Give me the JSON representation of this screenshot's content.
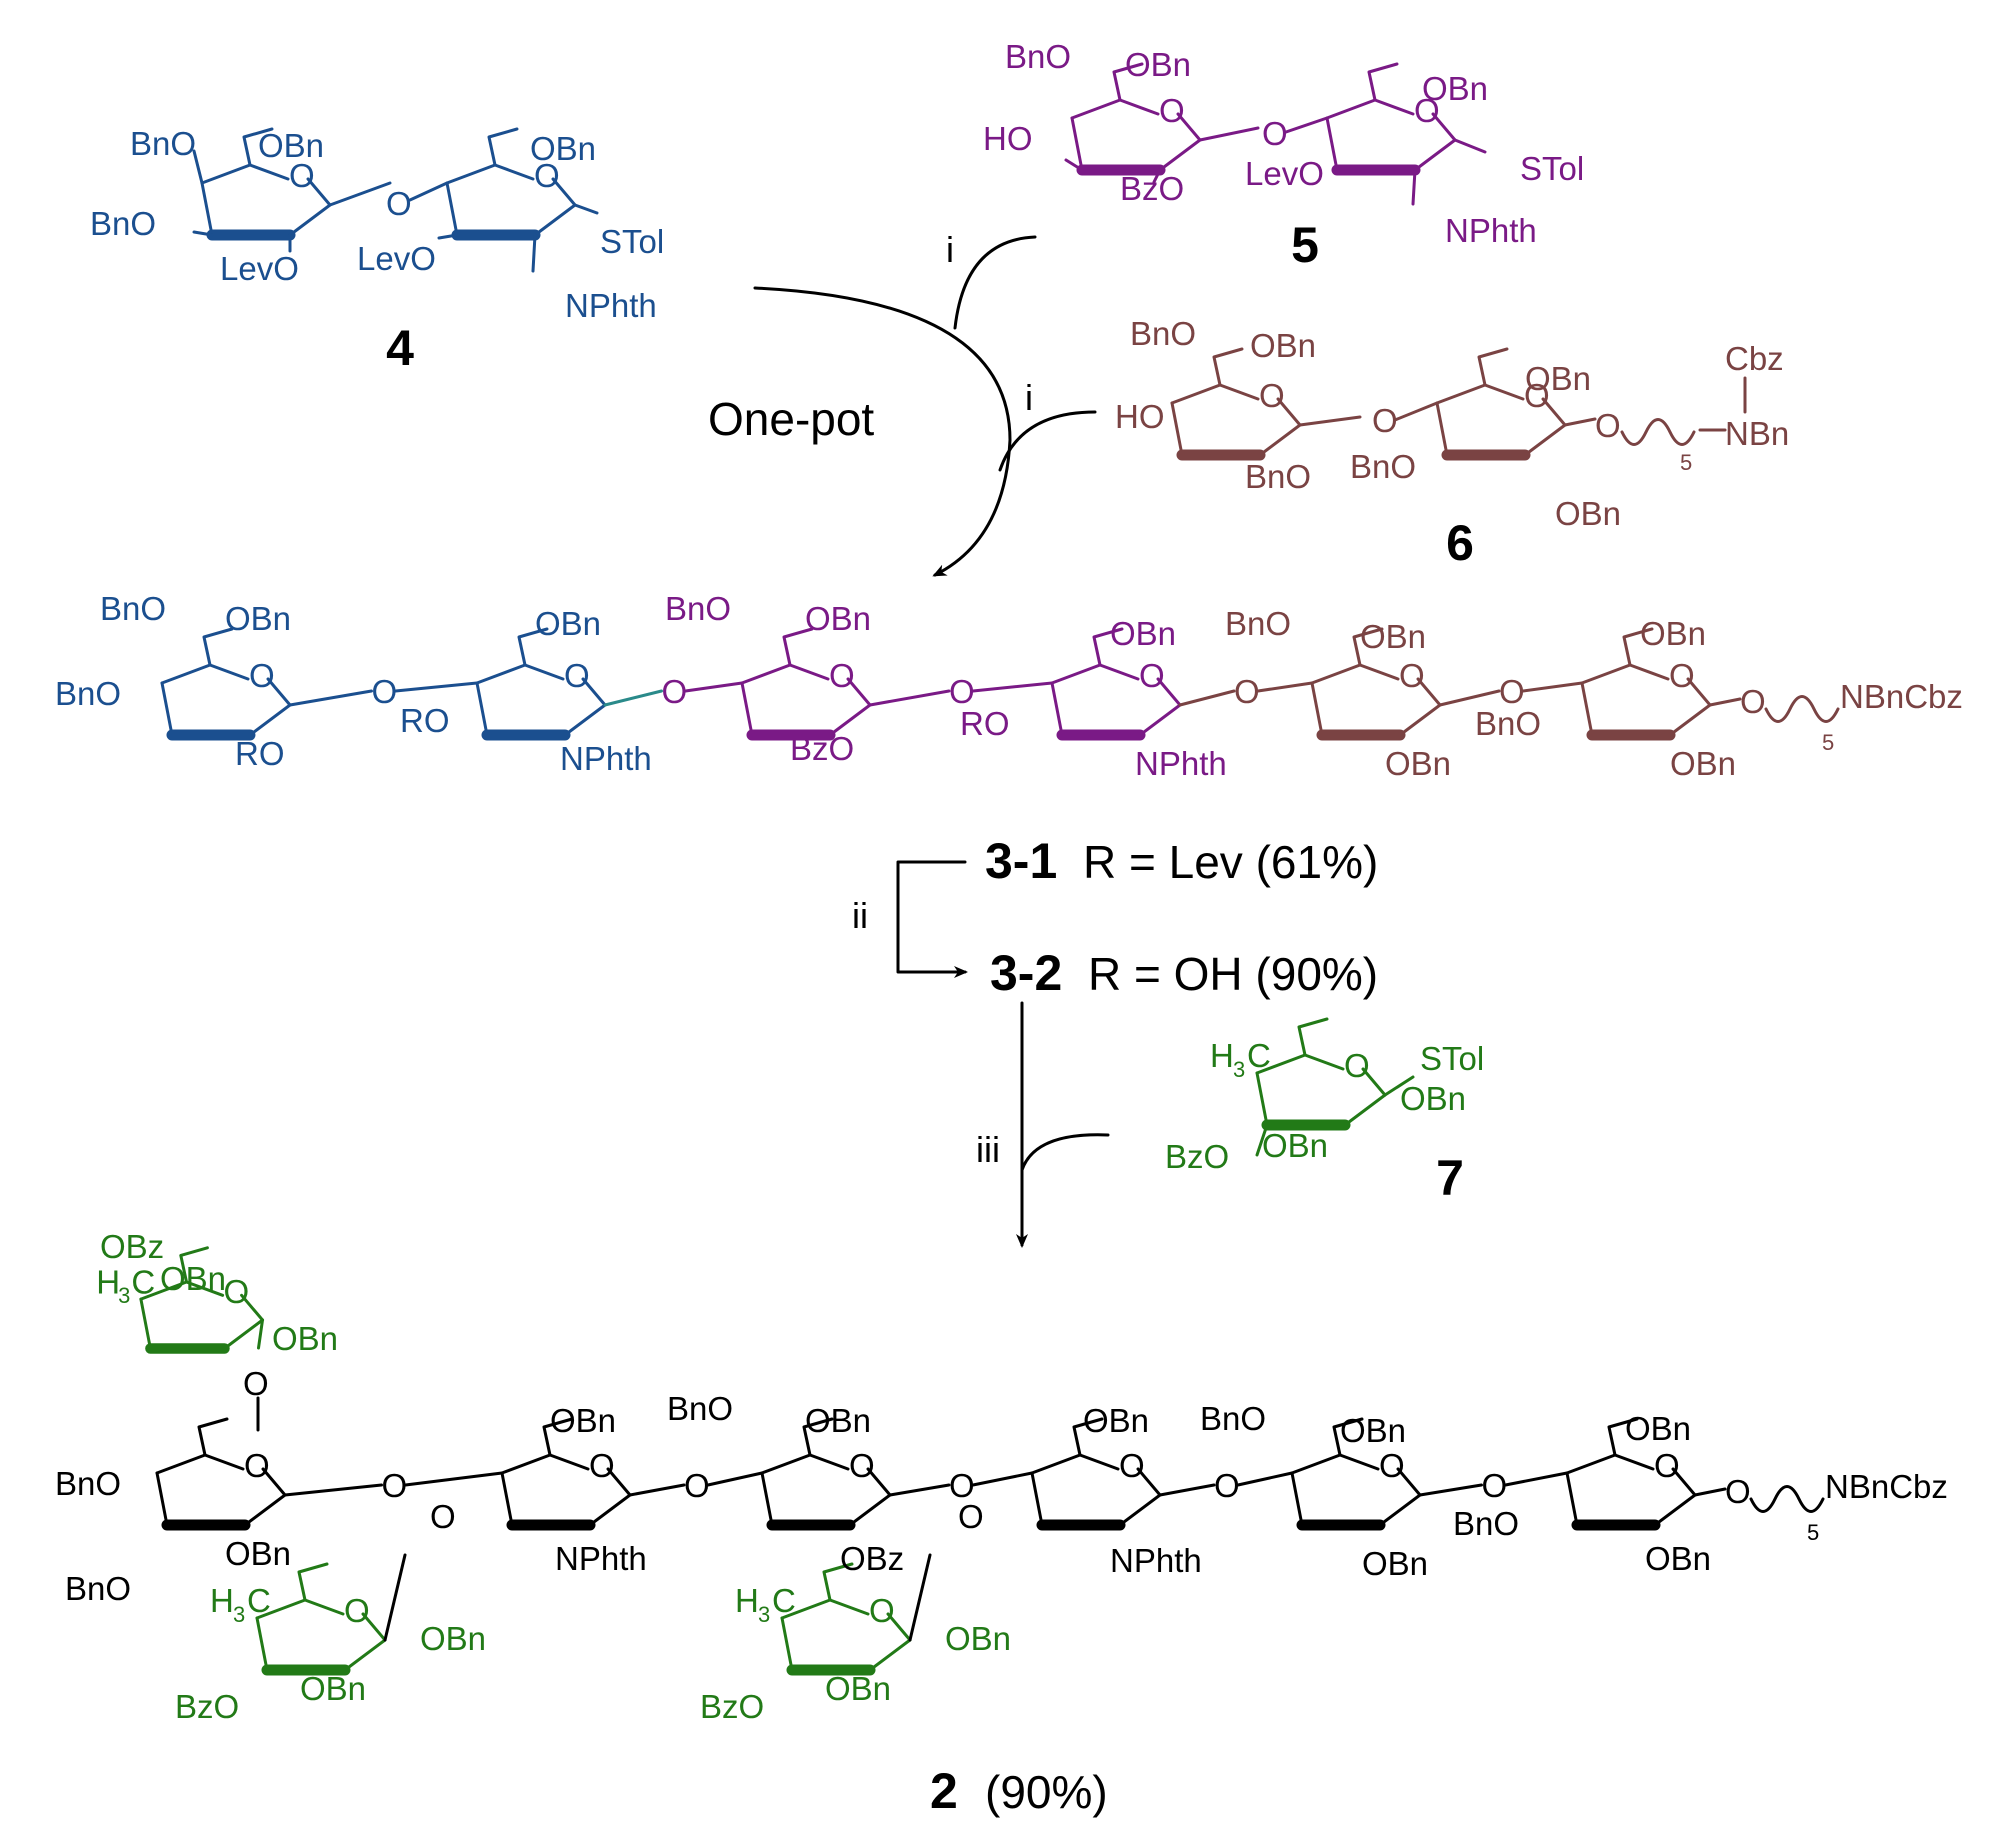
{
  "colors": {
    "blue": "#1b4f8f",
    "purple": "#7a1a86",
    "brown": "#7a4343",
    "green": "#227a17",
    "black": "#000000",
    "teal": "#2a8a8a"
  },
  "compounds": {
    "c4": {
      "number": "4",
      "ring1": {
        "c4": "BnO",
        "c6": "OBn",
        "c3": "BnO",
        "c2": "LevO"
      },
      "ring2": {
        "c6": "OBn",
        "c3": "LevO",
        "c1": "STol",
        "c2": "NPhth"
      }
    },
    "c5": {
      "number": "5",
      "ring1": {
        "c4": "BnO",
        "c6": "OBn",
        "c3": "HO",
        "c2": "BzO"
      },
      "ring2": {
        "c6": "OBn",
        "c3": "LevO",
        "c1": "STol",
        "c2": "NPhth"
      }
    },
    "c6": {
      "number": "6",
      "ring1": {
        "c4": "BnO",
        "c6": "OBn",
        "c3": "HO",
        "c2": "BnO"
      },
      "ring2": {
        "c6": "OBn",
        "c3": "BnO",
        "c2": "OBn"
      },
      "linker": {
        "sub": "5",
        "cbz": "Cbz",
        "n": "NBn"
      }
    },
    "c3": {
      "labels": {
        "r1c4": "BnO",
        "r1c6": "OBn",
        "r1c3": "BnO",
        "r1c2": "RO",
        "r2c6": "OBn",
        "r2c3": "RO",
        "r2c2": "NPhth",
        "r3c4": "BnO",
        "r3c6": "OBn",
        "r3c2": "BzO",
        "r4c6": "OBn",
        "r4c3": "RO",
        "r4c2": "NPhth",
        "r5c4": "BnO",
        "r5c6": "OBn",
        "r5c2": "OBn",
        "r6c6": "OBn",
        "r6c3": "BnO",
        "r6c2": "OBn",
        "tail": "NBnCbz",
        "sub": "5"
      }
    },
    "c7": {
      "number": "7",
      "labels": {
        "me": "H",
        "me3": "3",
        "meC": "C",
        "stol": "STol",
        "c2": "OBn",
        "c3": "OBn",
        "c4": "BzO"
      }
    },
    "c2": {
      "labels": {
        "fucTop": {
          "c4": "OBz",
          "c3": "OBn",
          "c2": "OBn",
          "me": "H",
          "me3": "3",
          "meC": "C"
        },
        "r1": {
          "c4": "BnO",
          "c3": "BnO",
          "c6": "OBn"
        },
        "r2": {
          "c6": "OBn",
          "c2": "NPhth"
        },
        "fucA": {
          "me": "H",
          "me3": "3",
          "meC": "C",
          "c2": "OBn",
          "c3": "OBn",
          "c4": "BzO"
        },
        "r3": {
          "c4": "BnO",
          "c6": "OBn",
          "c2": "OBz"
        },
        "r4": {
          "c6": "OBn",
          "c2": "NPhth"
        },
        "fucB": {
          "me": "H",
          "me3": "3",
          "meC": "C",
          "c2": "OBn",
          "c3": "OBn",
          "c4": "BzO"
        },
        "r5": {
          "c4": "BnO",
          "c6": "OBn",
          "c2": "OBn"
        },
        "r6": {
          "c6": "OBn",
          "c3": "BnO",
          "c2": "OBn"
        },
        "tail": "NBnCbz",
        "sub": "5"
      }
    }
  },
  "ring_oxygen": "O",
  "reaction": {
    "one_pot": "One-pot",
    "step_i": "i",
    "step_ii": "ii",
    "step_iii": "iii",
    "p31_id": "3-1",
    "p31_text": "R = Lev (61%)",
    "p32_id": "3-2",
    "p32_text": "R = OH (90%)",
    "final_id": "2",
    "final_text": "(90%)"
  }
}
